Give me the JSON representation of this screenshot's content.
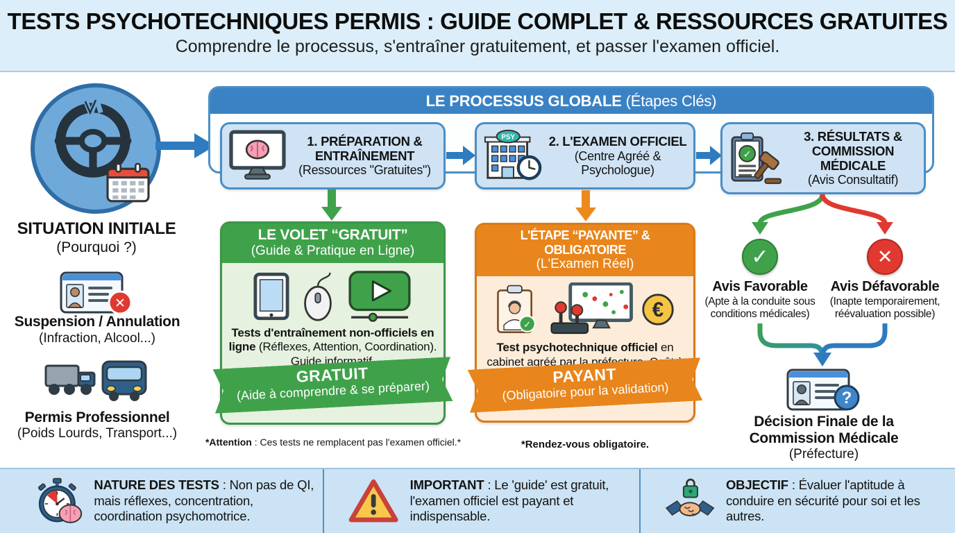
{
  "header": {
    "title": "TESTS PSYCHOTECHNIQUES PERMIS : GUIDE COMPLET & RESSOURCES GRATUITES",
    "subtitle": "Comprendre le processus, s'entraîner gratuitement, et passer l'examen officiel."
  },
  "left": {
    "situation_title": "SITUATION INITIALE",
    "situation_subtitle": "(Pourquoi ?)",
    "suspension_title": "Suspension / Annulation",
    "suspension_subtitle": "(Infraction, Alcool...)",
    "permis_title": "Permis Professionnel",
    "permis_subtitle": "(Poids Lourds, Transport...)"
  },
  "process": {
    "header_main": "LE PROCESSUS GLOBALE",
    "header_note": " (Étapes Clés)",
    "steps": [
      {
        "title": "1. PRÉPARATION & ENTRAÎNEMENT",
        "subtitle": "(Ressources \"Gratuites\")"
      },
      {
        "title": "2. L'EXAMEN OFFICIEL",
        "subtitle": "(Centre Agréé & Psychologue)"
      },
      {
        "title": "3. RÉSULTATS & COMMISSION MÉDICALE",
        "subtitle": "(Avis Consultatif)"
      }
    ]
  },
  "free_box": {
    "header_title": "LE VOLET “GRATUIT”",
    "header_subtitle": "(Guide & Pratique en Ligne)",
    "body_bold": "Tests d'entraînement non-officiels en ligne",
    "body_text": " (Réflexes, Attention, Coordination). Guide informatif.",
    "banner_title": "GRATUIT",
    "banner_subtitle": "(Aide à comprendre & se préparer)",
    "footnote_bold": "*Attention",
    "footnote_text": " : Ces tests ne remplacent pas l'examen officiel.*"
  },
  "paid_box": {
    "header_title": "L'ÉTAPE “PAYANTE” & OBLIGATOIRE",
    "header_subtitle": "(L'Examen Réel)",
    "body_bold": "Test psychotechnique officiel",
    "body_text": " en cabinet agréé par la préfecture. Coût à prévoir (variable).",
    "banner_title": "PAYANT",
    "banner_subtitle": "(Obligatoire pour la validation)",
    "footnote": "*Rendez-vous obligatoire."
  },
  "results": {
    "favorable_title": "Avis Favorable",
    "favorable_subtitle": "(Apte à la conduite sous conditions médicales)",
    "defavorable_title": "Avis Défavorable",
    "defavorable_subtitle": "(Inapte temporairement, réévaluation possible)",
    "decision_title": "Décision Finale de la Commission Médicale",
    "decision_subtitle": "(Préfecture)"
  },
  "footer": {
    "items": [
      {
        "icon": "stopwatch-brain",
        "label": "NATURE DES TESTS",
        "text": " : Non pas de QI, mais réflexes, concentration, coordination psychomotrice."
      },
      {
        "icon": "warning-triangle",
        "label": "IMPORTANT",
        "text": " : Le 'guide' est gratuit, l'examen officiel est payant et indispensable."
      },
      {
        "icon": "handshake-lock",
        "label": "OBJECTIF",
        "text": " : Évaluer l'aptitude à conduire en sécurité pour soi et les autres."
      }
    ]
  },
  "glyphs": {
    "check": "✓",
    "cross": "✕",
    "question": "?",
    "euro": "€",
    "psy": "PSY"
  },
  "colors": {
    "blue": "#3b82c4",
    "green": "#3fa24a",
    "orange": "#e8851c",
    "red": "#e0392f",
    "strip_bg": "#dbeef9"
  }
}
